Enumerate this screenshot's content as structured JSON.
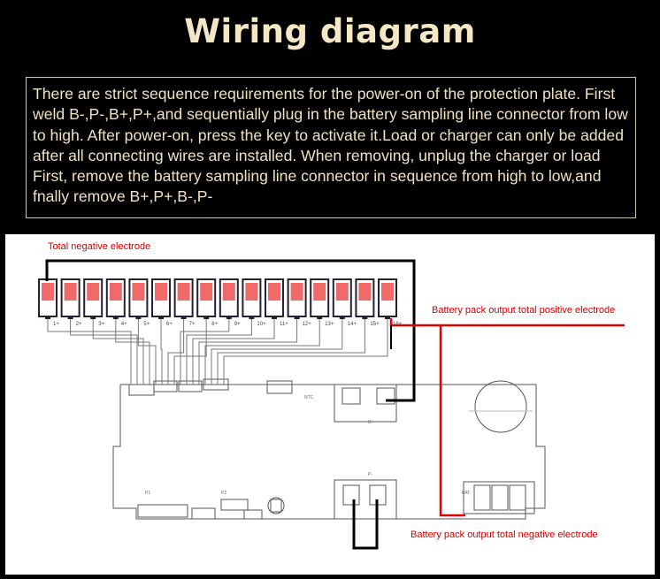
{
  "title": "Wiring diagram",
  "instructions": "There are strict sequence requirements for the power-on of the protection plate. First weld B-,P-,B+,P+,and sequentially plug in the battery sampling line connector from low to high. After power-on, press the key to activate it.Load or charger can only be added after all connecting wires are installed. When removing, unplug the charger or load First, remove the battery sampling line connector in sequence from high to low,and fnally remove B+,P+,B-,P-",
  "labels": {
    "total_negative": "Total negative electrode",
    "output_positive": "Battery pack output total positive electrode",
    "output_negative": "Battery pack output total negative electrode"
  },
  "cells": [
    "1+",
    "2+",
    "3+",
    "4+",
    "5+",
    "6+",
    "7+",
    "8+",
    "9+",
    "10+",
    "11+",
    "12+",
    "13+",
    "14+",
    "15+",
    "16+"
  ],
  "colors": {
    "title": "#f3e7c4",
    "text": "#eee3c0",
    "cell_fill": "#f06a6a",
    "wire_red": "#e00000",
    "wire_black": "#000000",
    "label_red": "#d00000"
  }
}
